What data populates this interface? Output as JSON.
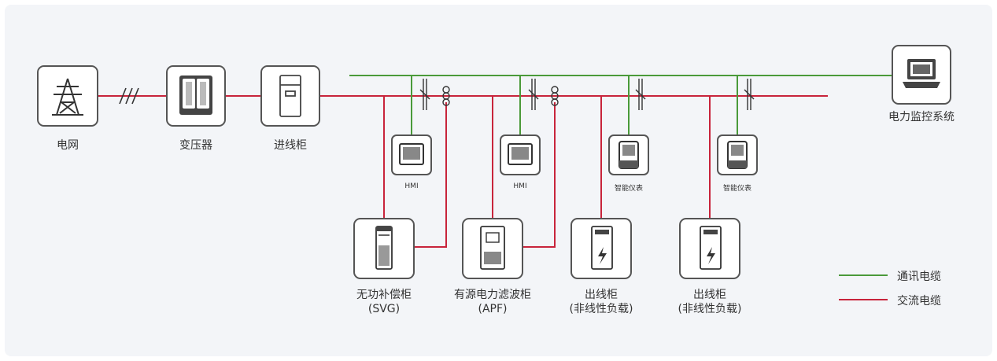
{
  "colors": {
    "ac_line": "#c8243b",
    "comm_line": "#4a9a3a",
    "box_border": "#555555",
    "panel_bg": "#f3f5f8"
  },
  "nodes": {
    "grid": {
      "label": "电网",
      "icon": "power-tower-icon"
    },
    "transformer": {
      "label": "变压器",
      "icon": "transformer-icon"
    },
    "incoming_cabinet": {
      "label": "进线柜",
      "icon": "cabinet-icon"
    },
    "monitoring_system": {
      "label": "电力监控系统",
      "icon": "laptop-icon"
    },
    "hmi_1": {
      "label": "HMI",
      "icon": "monitor-icon"
    },
    "hmi_2": {
      "label": "HMI",
      "icon": "monitor-icon"
    },
    "meter_1": {
      "label": "智能仪表",
      "icon": "smart-meter-icon"
    },
    "meter_2": {
      "label": "智能仪表",
      "icon": "smart-meter-icon"
    },
    "svg_cabinet": {
      "label_line1": "无功补偿柜",
      "label_line2": "(SVG)",
      "icon": "svg-cabinet-icon"
    },
    "apf_cabinet": {
      "label_line1": "有源电力滤波柜",
      "label_line2": "(APF)",
      "icon": "apf-cabinet-icon"
    },
    "outgoing_1": {
      "label_line1": "出线柜",
      "label_line2": "(非线性负载)",
      "icon": "outgoing-cabinet-icon"
    },
    "outgoing_2": {
      "label_line1": "出线柜",
      "label_line2": "(非线性负载)",
      "icon": "outgoing-cabinet-icon"
    }
  },
  "legend": {
    "comm": "通讯电缆",
    "ac": "交流电缆"
  }
}
